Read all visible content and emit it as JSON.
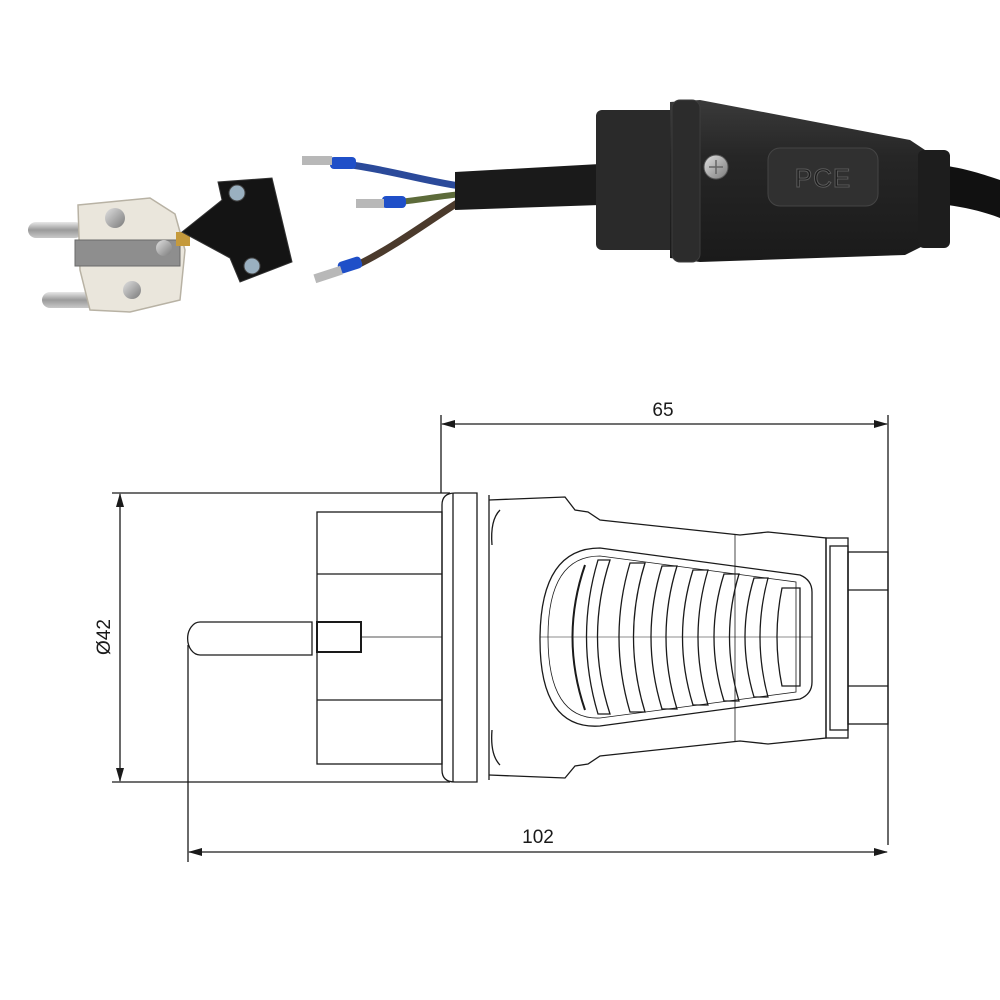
{
  "photo": {
    "brand_label": "PCE",
    "components": [
      {
        "name": "plug-insert",
        "description": "White plug insert with two pins and screw terminals"
      },
      {
        "name": "strain-relief-clamp",
        "description": "Black cable clamp with two screws"
      },
      {
        "name": "wires",
        "items": [
          {
            "color_name": "blue",
            "color": "#2b4a9a"
          },
          {
            "color_name": "green-yellow",
            "color": "#5d6b3a"
          },
          {
            "color_name": "brown",
            "color": "#4b3a2c"
          }
        ]
      },
      {
        "name": "plug-housing",
        "color": "#252525"
      },
      {
        "name": "cable",
        "color": "#111111"
      }
    ]
  },
  "drawing": {
    "dimensions": {
      "top_length": "65",
      "diameter": "Ø42",
      "total_length": "102"
    },
    "line_color": "#1a1a1a"
  }
}
